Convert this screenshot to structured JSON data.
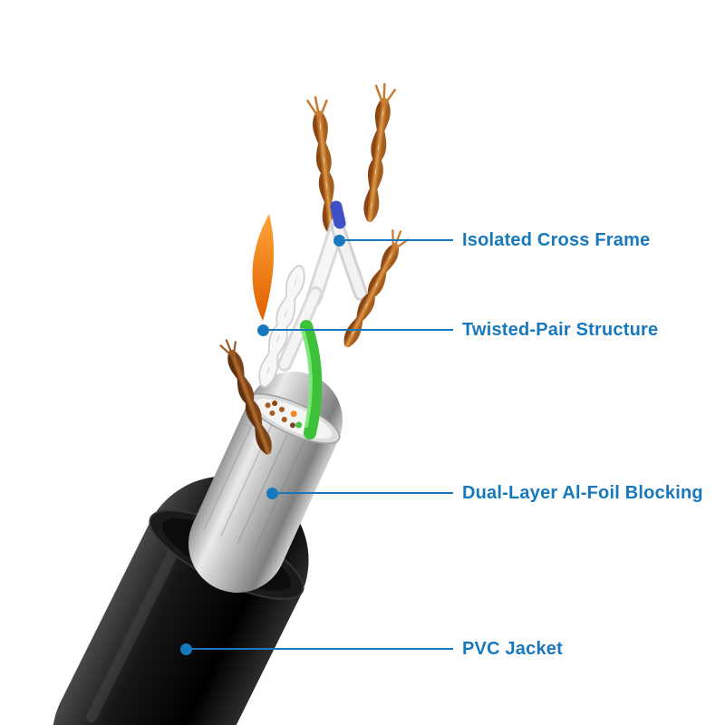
{
  "diagram": {
    "accent_color": "#1778bd",
    "callouts": [
      {
        "label": "Isolated Cross Frame"
      },
      {
        "label": "Twisted-Pair Structure"
      },
      {
        "label": "Dual-Layer Al-Foil Blocking"
      },
      {
        "label": "PVC Jacket"
      }
    ]
  }
}
